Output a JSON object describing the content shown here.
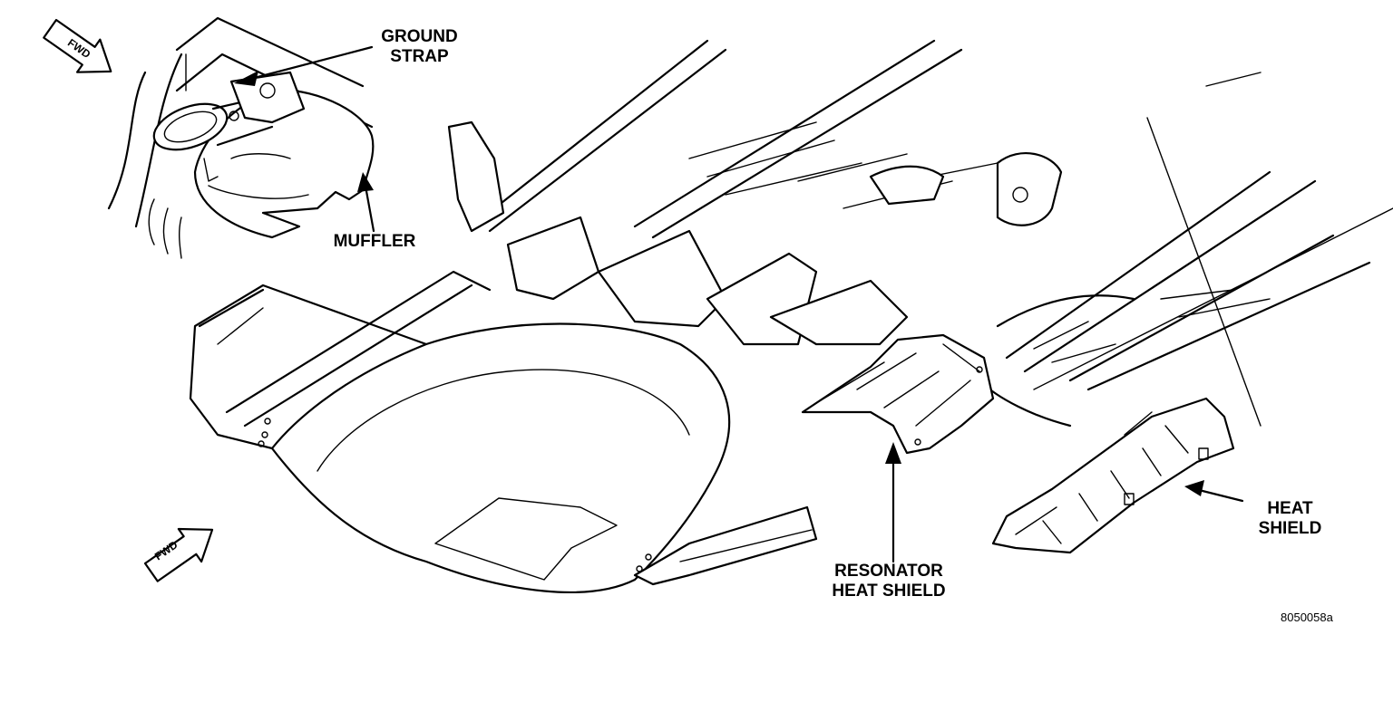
{
  "labels": {
    "ground_strap": "GROUND\nSTRAP",
    "muffler": "MUFFLER",
    "resonator_heat_shield": "RESONATOR\nHEAT SHIELD",
    "heat_shield": "HEAT\nSHIELD",
    "fwd_top": "FWD",
    "fwd_bottom": "FWD"
  },
  "figure_id": "8050058a",
  "colors": {
    "ink": "#000000",
    "paper": "#ffffff"
  }
}
